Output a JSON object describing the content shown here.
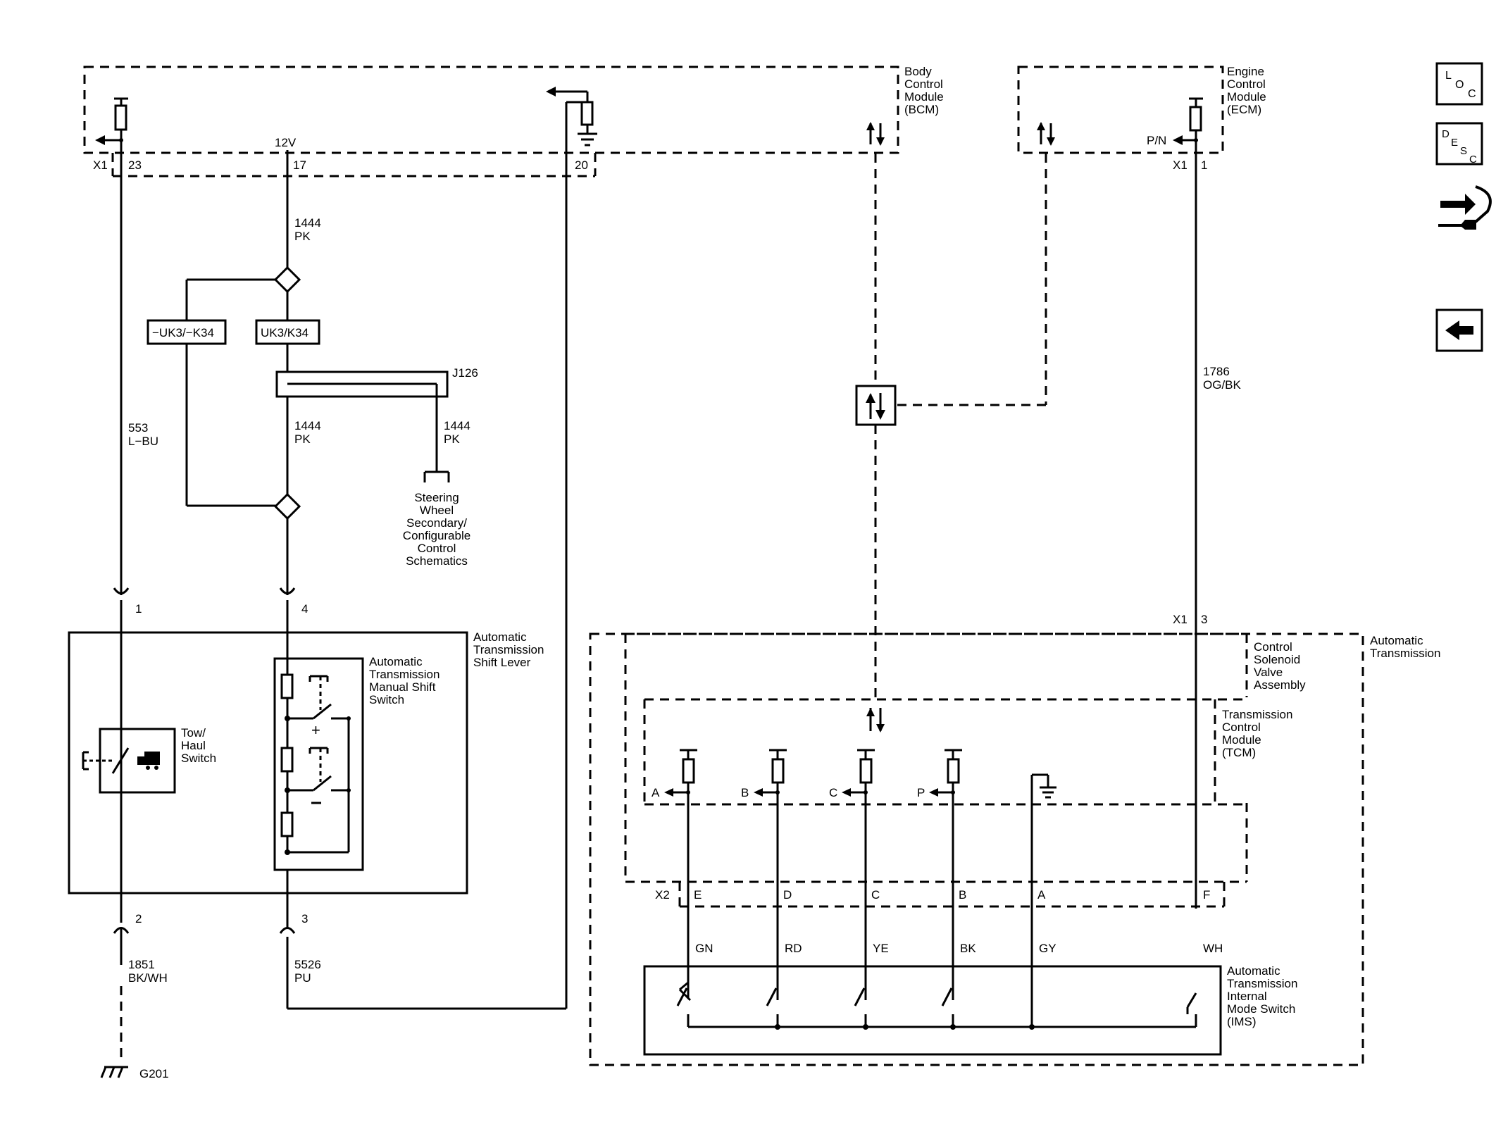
{
  "modules": {
    "bcm": [
      "Body",
      "Control",
      "Module",
      "(BCM)"
    ],
    "ecm": [
      "Engine",
      "Control",
      "Module",
      "(ECM)"
    ],
    "shift_lever": [
      "Automatic",
      "Transmission",
      "Shift Lever"
    ],
    "manual_shift_switch": [
      "Automatic",
      "Transmission",
      "Manual Shift",
      "Switch"
    ],
    "tow_haul": [
      "Tow/",
      "Haul",
      "Switch"
    ],
    "solenoid": [
      "Control",
      "Solenoid",
      "Valve",
      "Assembly"
    ],
    "auto_trans": [
      "Automatic",
      "Transmission"
    ],
    "tcm": [
      "Transmission",
      "Control",
      "Module",
      "(TCM)"
    ],
    "ims": [
      "Automatic",
      "Transmission",
      "Internal",
      "Mode Switch",
      "(IMS)"
    ],
    "steering": [
      "Steering",
      "Wheel",
      "Secondary/",
      "Configurable",
      "Control",
      "Schematics"
    ]
  },
  "connectors": {
    "x1": "X1",
    "x2": "X2",
    "bcm_pin_23": "23",
    "bcm_pin_17": "17",
    "bcm_pin_20": "20",
    "ecm_pin_1": "1",
    "tcm_pin_3": "3",
    "lever_pin_1": "1",
    "lever_pin_4": "4",
    "lever_pin_2": "2",
    "lever_pin_3": "3",
    "x2_pins": [
      "E",
      "D",
      "C",
      "B",
      "A",
      "F"
    ]
  },
  "circuits": {
    "c1444_num": "1444",
    "c1444_color": "PK",
    "c553_num": "553",
    "c553_color": "L−BU",
    "c1786_num": "1786",
    "c1786_color": "OG/BK",
    "c1851_num": "1851",
    "c1851_color": "BK/WH",
    "c5526_num": "5526",
    "c5526_color": "PU",
    "ims_colors": [
      "GN",
      "RD",
      "YE",
      "BK",
      "GY",
      "WH"
    ]
  },
  "labels": {
    "voltage": "12V",
    "pn": "P/N",
    "option_not": "−UK3/−K34",
    "option": "UK3/K34",
    "splice": "J126",
    "ground": "G201",
    "tcm_inputs": [
      "A",
      "B",
      "C",
      "P"
    ]
  },
  "nav": {
    "loc_icon": "LOC",
    "desc_icon": "DESC",
    "connector_icon": "connector-tool",
    "back_icon": "back-arrow"
  }
}
